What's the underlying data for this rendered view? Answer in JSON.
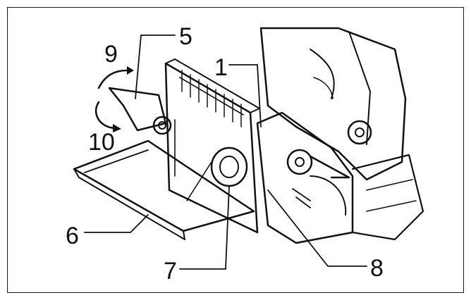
{
  "figure": {
    "callouts": [
      {
        "id": "c1",
        "text": "1"
      },
      {
        "id": "c5",
        "text": "5"
      },
      {
        "id": "c6",
        "text": "6"
      },
      {
        "id": "c7",
        "text": "7"
      },
      {
        "id": "c8",
        "text": "8"
      },
      {
        "id": "c9",
        "text": "9"
      },
      {
        "id": "c10",
        "text": "10"
      }
    ]
  },
  "colors": {
    "ink": "#111111",
    "background": "#ffffff"
  }
}
